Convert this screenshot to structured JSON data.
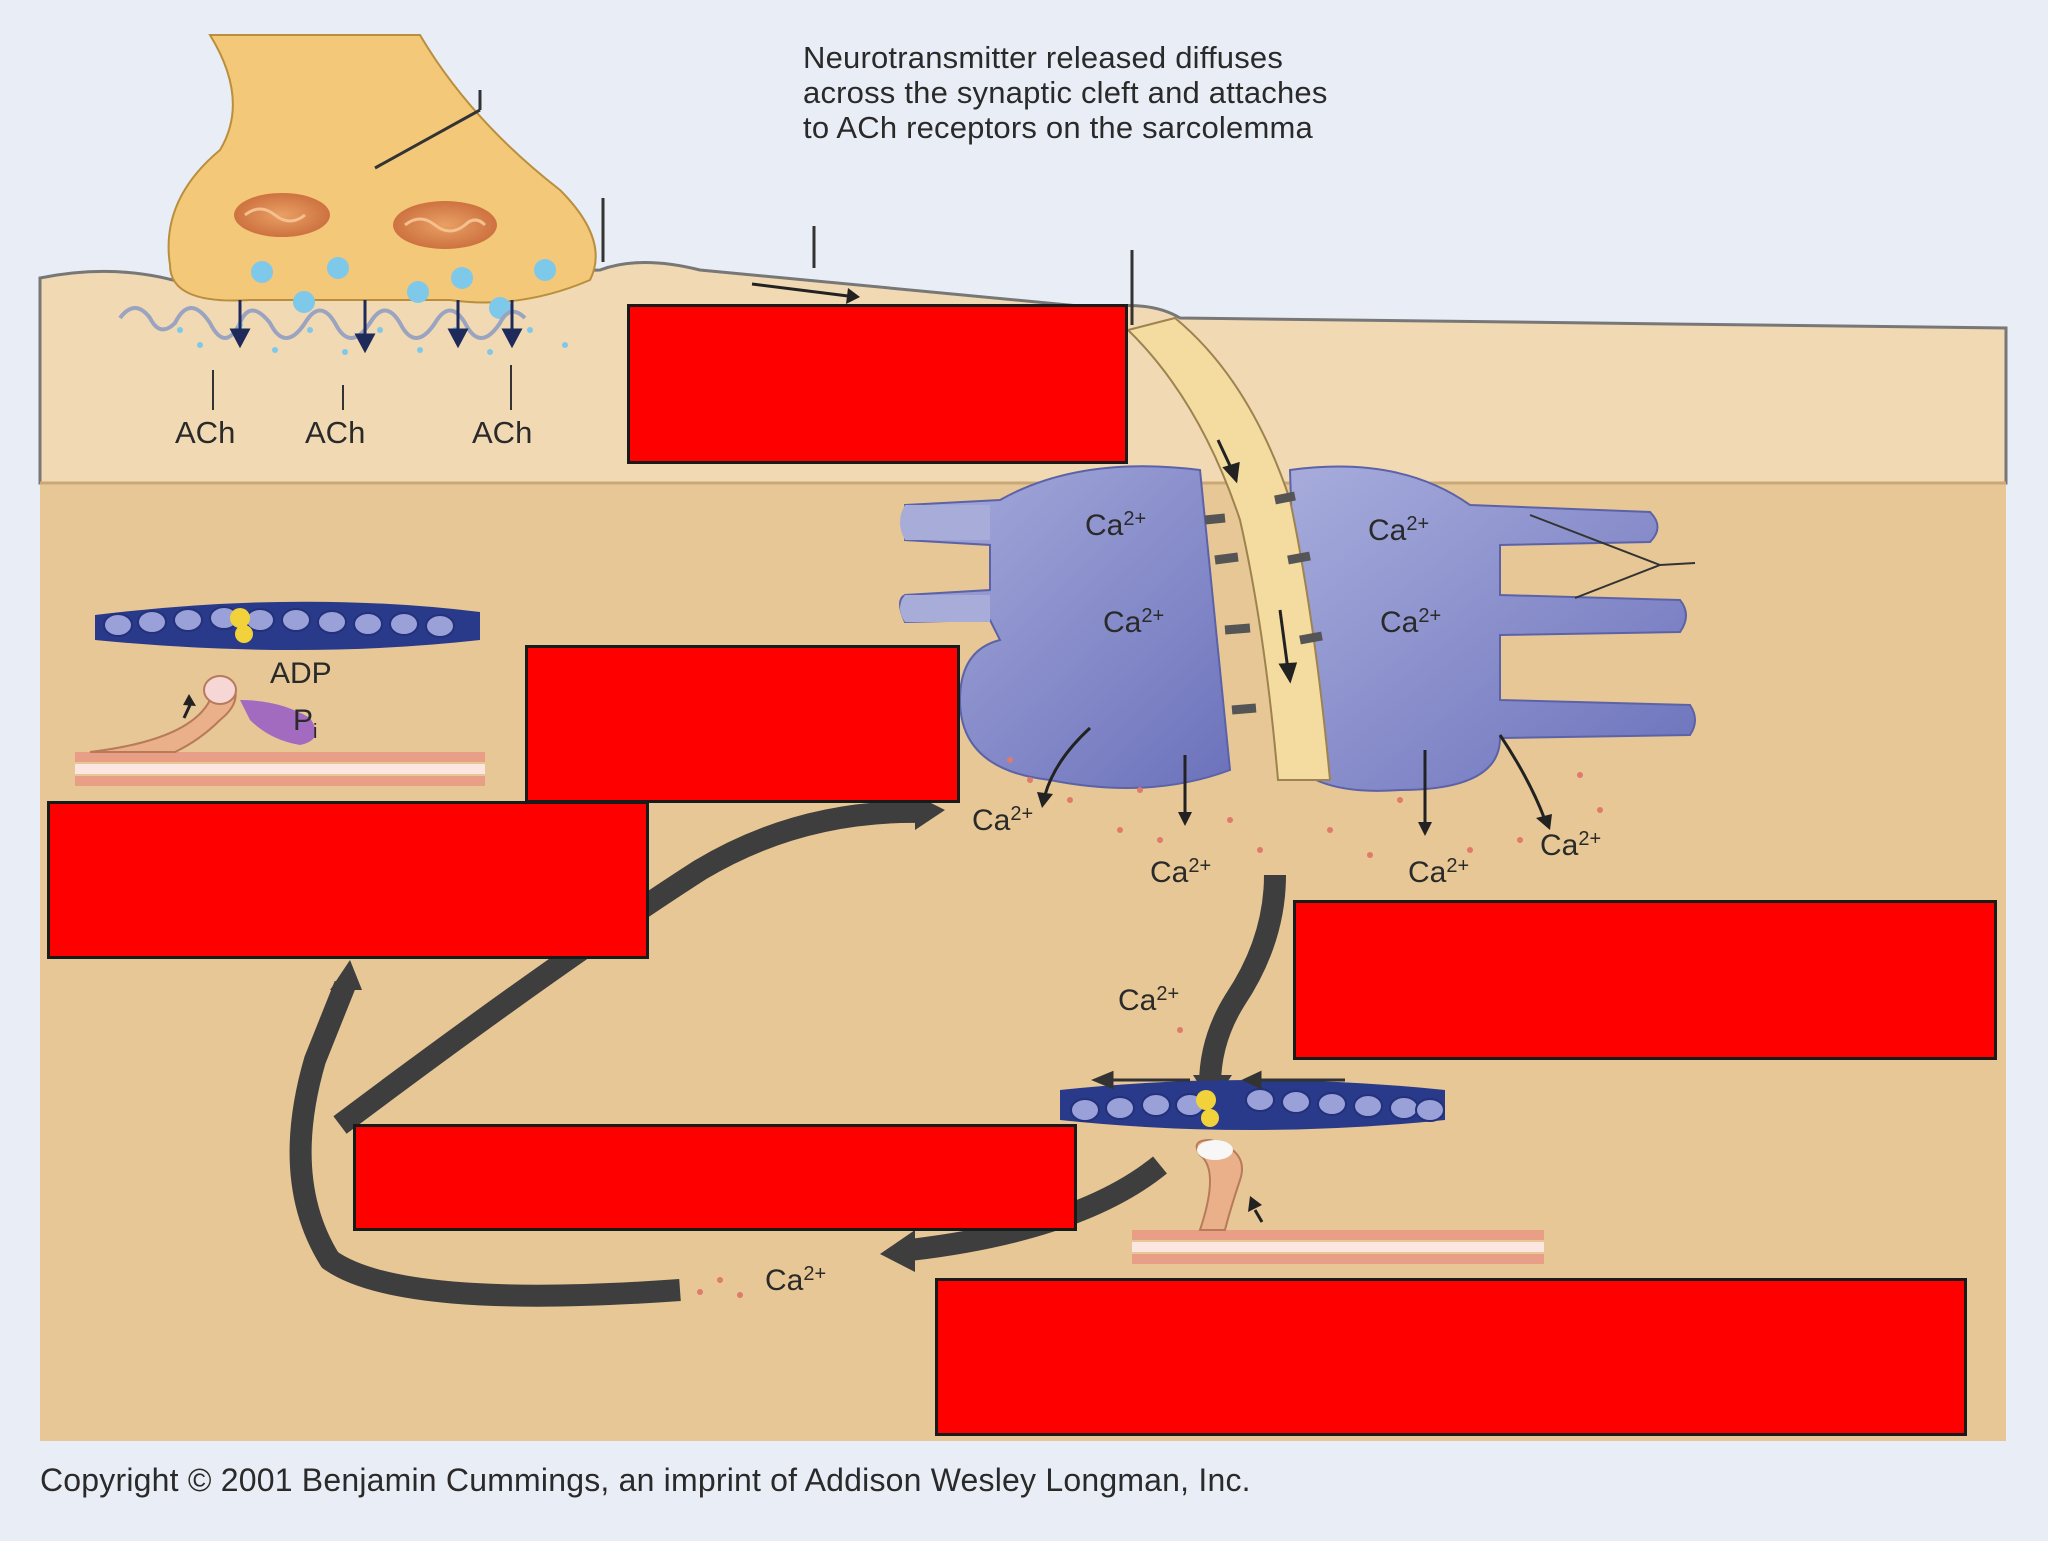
{
  "caption": "Neurotransmitter released diffuses\nacross the synaptic cleft and attaches\nto ACh receptors on the sarcolemma",
  "copyright": "Copyright © 2001 Benjamin Cummings, an imprint of Addison Wesley Longman, Inc.",
  "labels": {
    "ach_1": "ACh",
    "ach_2": "ACh",
    "ach_3": "ACh",
    "adp": "ADP",
    "pi": "P",
    "pi_sub": "i",
    "ca_sr_1": "Ca",
    "ca_sr_2": "Ca",
    "ca_sr_3": "Ca",
    "ca_sr_4": "Ca",
    "ca_cyto_1": "Ca",
    "ca_cyto_2": "Ca",
    "ca_cyto_3": "Ca",
    "ca_cyto_4": "Ca",
    "ca_down": "Ca",
    "ca_return": "Ca",
    "ca_charge": "2+"
  },
  "colors": {
    "background": "#e9eef6",
    "muscle_upper": "#f2d7ad",
    "muscle_lower": "#e8c896",
    "axon_terminal": "#f3c879",
    "sarcoplasmic_reticulum": "#8a90cf",
    "t_tubule": "#f4dca0",
    "arrow": "#3e3e3e",
    "mask": "#ff0000"
  },
  "masked_labels_count": 6
}
